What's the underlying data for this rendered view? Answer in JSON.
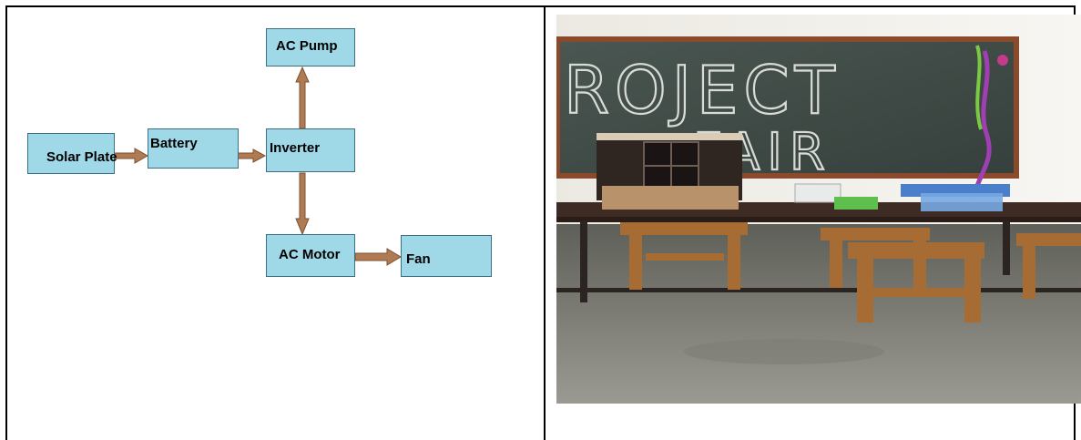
{
  "diagram": {
    "blocks": {
      "solar_plate": "Solar Plate",
      "battery": "Battery",
      "inverter": "Inverter",
      "ac_pump": "AC Pump",
      "ac_motor": "AC Motor",
      "fan": "Fan"
    }
  },
  "photo": {
    "chalkboard_text_line1": "ROJECT",
    "chalkboard_text_line2": "FAIR"
  },
  "colors": {
    "block_fill": "#9fd9e8",
    "block_border": "#3a6f86",
    "arrow_fill": "#b07a52",
    "chalkboard": "#3f4a45",
    "floor": "#8f8f86"
  }
}
